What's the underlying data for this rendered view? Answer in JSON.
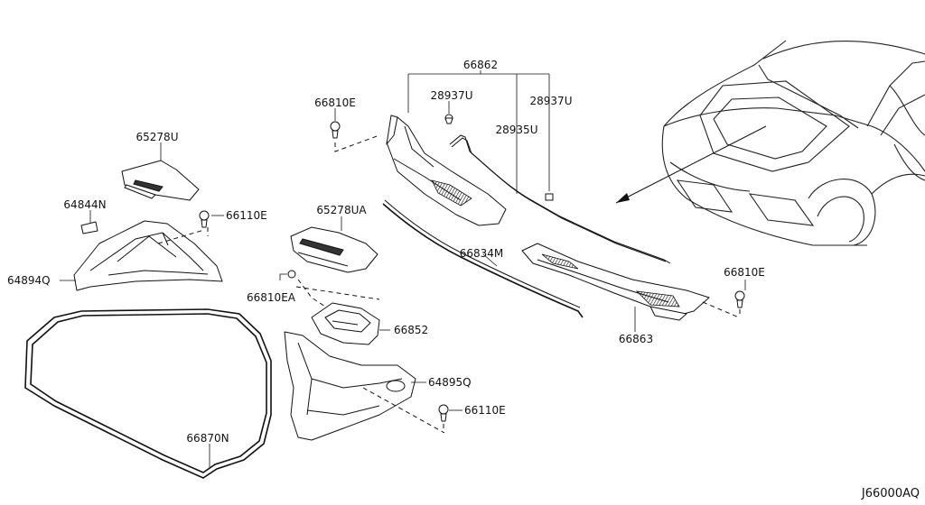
{
  "diagram_code": "J66000AQ",
  "labels": {
    "p66862": "66862",
    "p28937u_left": "28937U",
    "p28937u_right": "28937U",
    "p28935u": "28935U",
    "p66810e_top": "66810E",
    "p65278u": "65278U",
    "p64844n": "64844N",
    "p66110e_top": "66110E",
    "p64894q": "64894Q",
    "p65278ua": "65278UA",
    "p66834m": "66834M",
    "p66810ea": "66810EA",
    "p66852": "66852",
    "p64895q": "64895Q",
    "p66110e_bottom": "66110E",
    "p66870n": "66870N",
    "p66810e_right": "66810E",
    "p66863": "66863"
  }
}
